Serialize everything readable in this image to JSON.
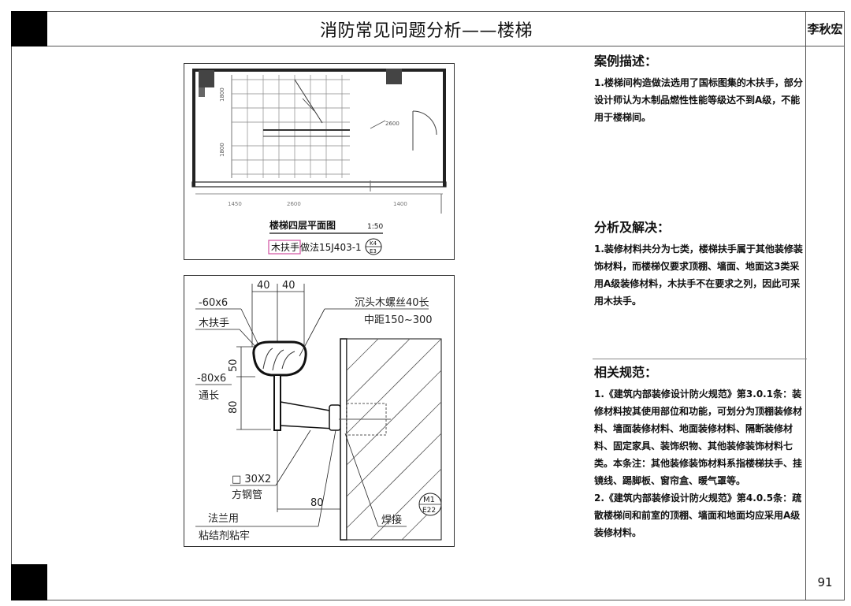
{
  "header": {
    "title": "消防常见问题分析——楼梯",
    "author": "李秋宏",
    "page_number": "91"
  },
  "plan_figure": {
    "dim_1": "1800",
    "dim_2": "2600",
    "dim_3": "1800",
    "bottom_dims": [
      "1450",
      "2600",
      "1400"
    ],
    "caption": "楼梯四层平面图",
    "scale": "1:50",
    "ref_label": "木扶手",
    "ref_text": "做法15J403-1",
    "ref_symbol_top": "K4",
    "ref_symbol_bottom": "E3"
  },
  "detail_figure": {
    "dim_top_1": "40",
    "dim_top_2": "40",
    "plate_1": "-60x6",
    "handrail": "木扶手",
    "screw": "沉头木螺丝40长",
    "spacing": "中距150~300",
    "dim_50": "50",
    "plate_2": "-80x6",
    "full_length": "通长",
    "dim_80_v": "80",
    "tube_size": "□ 30X2",
    "tube_name": "方钢管",
    "dim_80_h": "80",
    "flange_1": "法兰用",
    "flange_2": "粘结剂粘牢",
    "weld": "焊接",
    "ref_top": "M1",
    "ref_bottom": "E22"
  },
  "case": {
    "title": "案例描述：",
    "text": "1.楼梯间构造做法选用了国标图集的木扶手，部分设计师认为木制品燃性性能等级达不到A级，不能用于楼梯间。"
  },
  "analysis": {
    "title": "分析及解决：",
    "text": "1.装修材料共分为七类，楼梯扶手属于其他装修装饰材料，而楼梯仅要求顶棚、墙面、地面这3类采用A级装修材料，木扶手不在要求之列，因此可采用木扶手。"
  },
  "norms": {
    "title": "相关规范：",
    "item1": "1.《建筑内部装修设计防火规范》第3.0.1条：装修材料按其使用部位和功能，可划分为顶棚装修材料、墙面装修材料、地面装修材料、隔断装修材料、固定家具、装饰织物、其他装修装饰材料七类。本条注：其他装修装饰材料系指楼梯扶手、挂镜线、踢脚板、窗帘盒、暖气罩等。",
    "item2": "2.《建筑内部装修设计防火规范》第4.0.5条：疏散楼梯间和前室的顶棚、墙面和地面均应采用A级装修材料。"
  }
}
